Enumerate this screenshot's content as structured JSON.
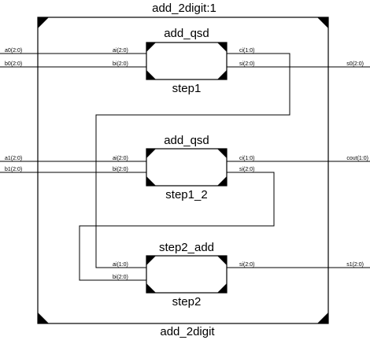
{
  "top_title": "add_2digit:1",
  "bottom_title": "add_2digit",
  "blocks": [
    {
      "type_label": "add_qsd",
      "instance_label": "step1",
      "ports_left": [
        "ai(2:0)",
        "bi(2:0)"
      ],
      "ports_right": [
        "ci(1:0)",
        "si(2:0)"
      ]
    },
    {
      "type_label": "add_qsd",
      "instance_label": "step1_2",
      "ports_left": [
        "ai(2:0)",
        "bi(2:0)"
      ],
      "ports_right": [
        "ci(1:0)",
        "si(2:0)"
      ]
    },
    {
      "type_label": "step2_add",
      "instance_label": "step2",
      "ports_left": [
        "ai(1:0)",
        "bi(2:0)"
      ],
      "ports_right": [
        "si(2:0)"
      ]
    }
  ],
  "inputs": [
    "a0(2:0)",
    "b0(2:0)",
    "a1(2:0)",
    "b1(2:0)"
  ],
  "outputs": [
    "s0(2:0)",
    "cout(1:0)",
    "s1(2:0)"
  ]
}
